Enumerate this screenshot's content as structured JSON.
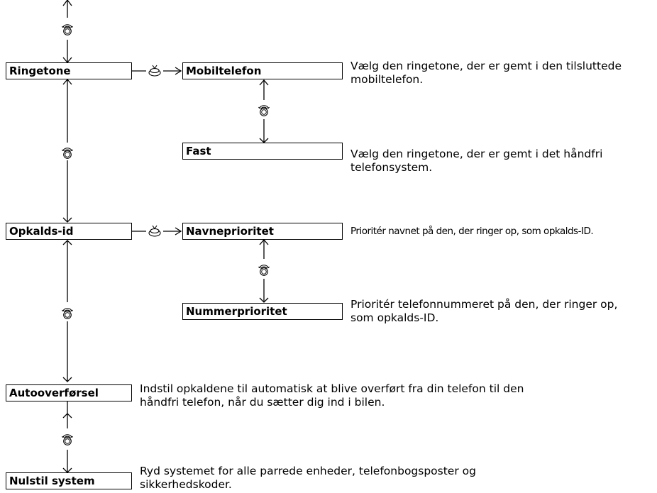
{
  "items": {
    "ringetone": "Ringetone",
    "mobiltelefon": "Mobiltelefon",
    "fast": "Fast",
    "opkalds_id": "Opkalds-id",
    "navneprioritet": "Navneprioritet",
    "nummerprioritet": "Nummerprioritet",
    "autooverforsel": "Autooverførsel",
    "nulstil_system": "Nulstil system"
  },
  "descriptions": {
    "mobiltelefon": [
      "Vælg den ringetone, der er gemt i den tilsluttede",
      "mobiltelefon."
    ],
    "fast": [
      "Vælg den ringetone, der er gemt i det håndfri",
      "telefonsystem."
    ],
    "navneprioritet": [
      "Prioritér navnet på den, der ringer op, som opkalds-ID."
    ],
    "nummerprioritet": [
      "Prioritér telefonnummeret på den, der ringer op,",
      "som opkalds-ID."
    ],
    "autooverforsel": [
      "Indstil opkaldene til automatisk at blive overført fra din telefon til den",
      "håndfri telefon, når du sætter dig ind i bilen."
    ],
    "nulstil_system": [
      "Ryd systemet for alle parrede enheder, telefonbogsposter og",
      "sikkerhedskoder."
    ]
  },
  "icons": {
    "rotate": "rotate-knob-icon",
    "press": "press-knob-icon"
  }
}
